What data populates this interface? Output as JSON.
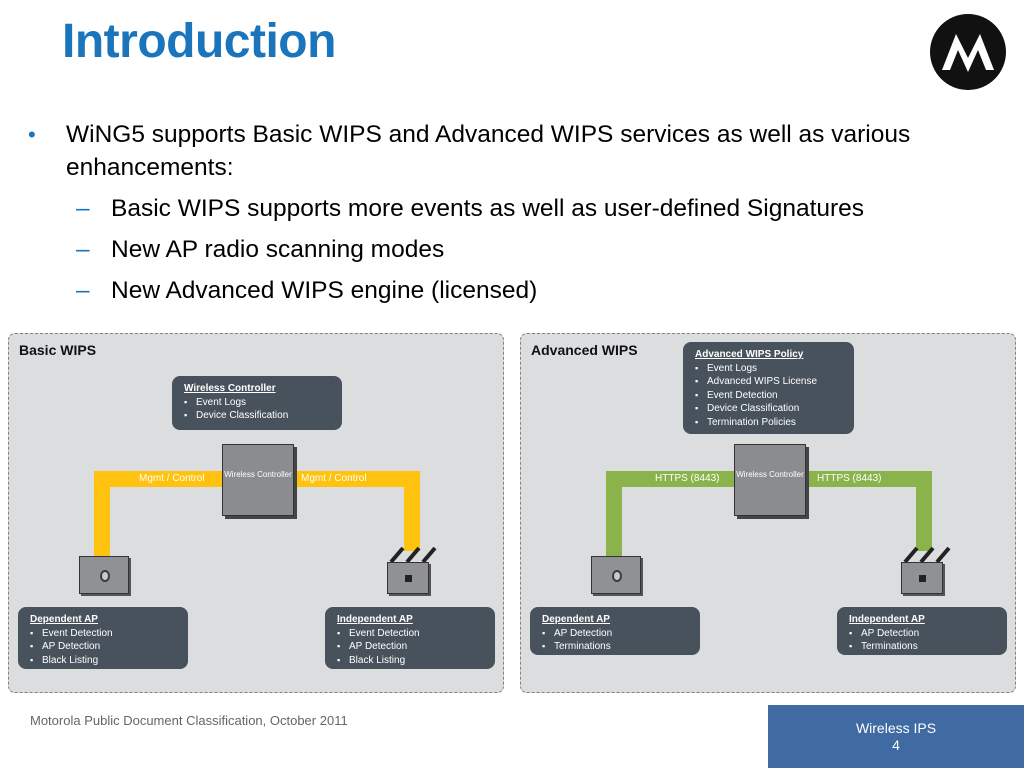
{
  "slide": {
    "title": "Introduction",
    "bullet_main": "WiNG5 supports Basic WIPS and Advanced WIPS services as well as various enhancements:",
    "sub_bullets": [
      "Basic WIPS supports more events as well as user-defined Signatures",
      "New AP radio scanning modes",
      "New Advanced WIPS engine (licensed)"
    ]
  },
  "basic": {
    "title": "Basic WIPS",
    "controller_card": {
      "title": "Wireless Controller",
      "items": [
        "Event Logs",
        "Device Classification"
      ]
    },
    "controller_label": "Wireless Controller",
    "link_left": "Mgmt / Control",
    "link_right": "Mgmt / Control",
    "dependent_ap": {
      "title": "Dependent  AP",
      "items": [
        "Event Detection",
        "AP Detection",
        "Black Listing"
      ]
    },
    "independent_ap": {
      "title": "Independent AP",
      "items": [
        "Event Detection",
        "AP Detection",
        "Black Listing"
      ]
    },
    "pipe_color": "#ffc20e"
  },
  "advanced": {
    "title": "Advanced WIPS",
    "policy_card": {
      "title": "Advanced WIPS Policy",
      "items": [
        "Event Logs",
        "Advanced WIPS License",
        "Event Detection",
        "Device Classification",
        "Termination Policies"
      ]
    },
    "controller_label": "Wireless Controller",
    "link_left": "HTTPS (8443)",
    "link_right": "HTTPS (8443)",
    "dependent_ap": {
      "title": "Dependent AP",
      "items": [
        "AP Detection",
        "Terminations"
      ]
    },
    "independent_ap": {
      "title": "Independent AP",
      "items": [
        "AP Detection",
        "Terminations"
      ]
    },
    "pipe_color": "#8ab44b"
  },
  "footer": {
    "classification": "Motorola Public Document Classification, October 2011",
    "section": "Wireless IPS",
    "page": "4"
  },
  "colors": {
    "accent": "#1a75bc",
    "footer_box": "#3f6aa2",
    "card": "#48525d",
    "panel": "#dcdddf"
  }
}
